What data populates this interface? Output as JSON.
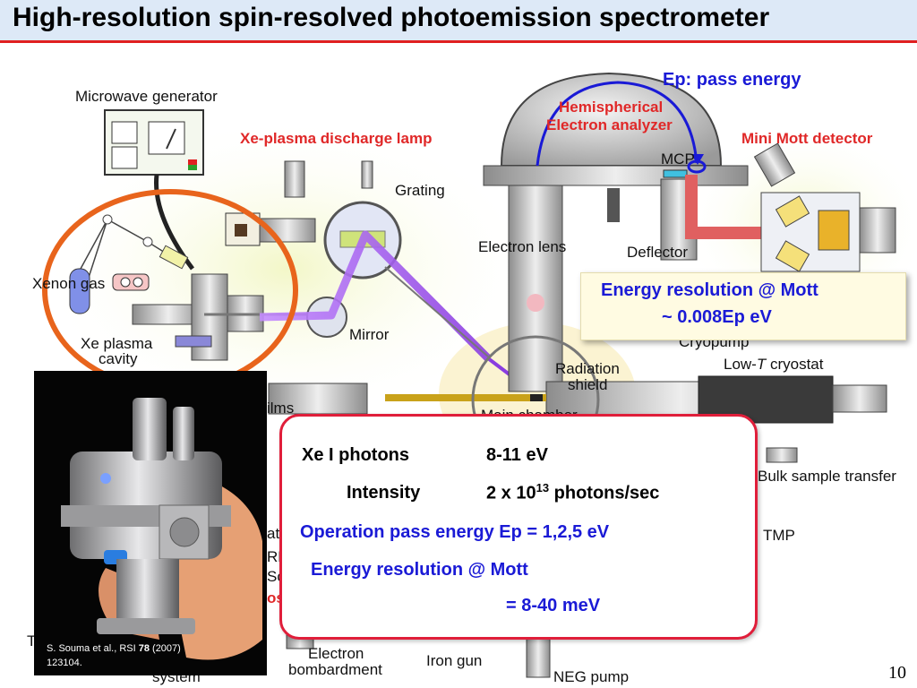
{
  "title": "High-resolution spin-resolved photoemission spectrometer",
  "labels": {
    "microwave": "Microwave generator",
    "lamp": "Xe-plasma discharge lamp",
    "grating": "Grating",
    "xenon_gas": "Xenon gas",
    "xe_plasma": "Xe plasma",
    "cavity": "cavity",
    "mirror": "Mirror",
    "pass_energy": "Ep: pass energy",
    "analyzer_1": "Hemispherical",
    "analyzer_2": "Electron analyzer",
    "mott": "Mini Mott detector",
    "mcp": "MCP",
    "electron_lens": "Electron lens",
    "deflector": "Deflector",
    "cryopump": "Cryopump",
    "cryostat_pre": "Low-",
    "cryostat_t": "T",
    "cryostat_post": " cryostat",
    "radiation_1": "Radiation",
    "radiation_2": "shield",
    "films": "ilms",
    "main_chamber": "Main chamber",
    "bulk_transfer": "Bulk sample transfer",
    "tmp": "TMP",
    "electron_bomb_1": "Electron",
    "electron_bomb_2": "bombardment",
    "iron_gun": "Iron gun",
    "neg_pump": "NEG pump",
    "system": "system",
    "partial_ate": "ate",
    "partial_rh": "RH",
    "partial_sc": "Sc",
    "partial_os": "os",
    "partial_t": "T"
  },
  "resolution_box": {
    "line1": "Energy resolution @ Mott",
    "line2": "~ 0.008Ep eV"
  },
  "specs": {
    "photons_label": "Xe I photons",
    "photons_value": "8-11 eV",
    "intensity_label": "Intensity",
    "intensity_pre": "2 x 10",
    "intensity_exp": "13",
    "intensity_post": " photons/sec",
    "operation": "Operation pass energy Ep = 1,2,5 eV",
    "res_label": "Energy resolution @ Mott",
    "res_value": "= 8-40 meV"
  },
  "citation": {
    "pre": "S. Souma et al., RSI ",
    "vol": "78",
    "post": " (2007)",
    "line2": "123104."
  },
  "page_number": "10",
  "colors": {
    "title_bar": "#dde9f7",
    "title_rule": "#e02020",
    "label_red": "#e02828",
    "label_blue": "#1a1ad6",
    "highlight_oval": "#e8641c",
    "spec_border": "#e01e3a"
  }
}
